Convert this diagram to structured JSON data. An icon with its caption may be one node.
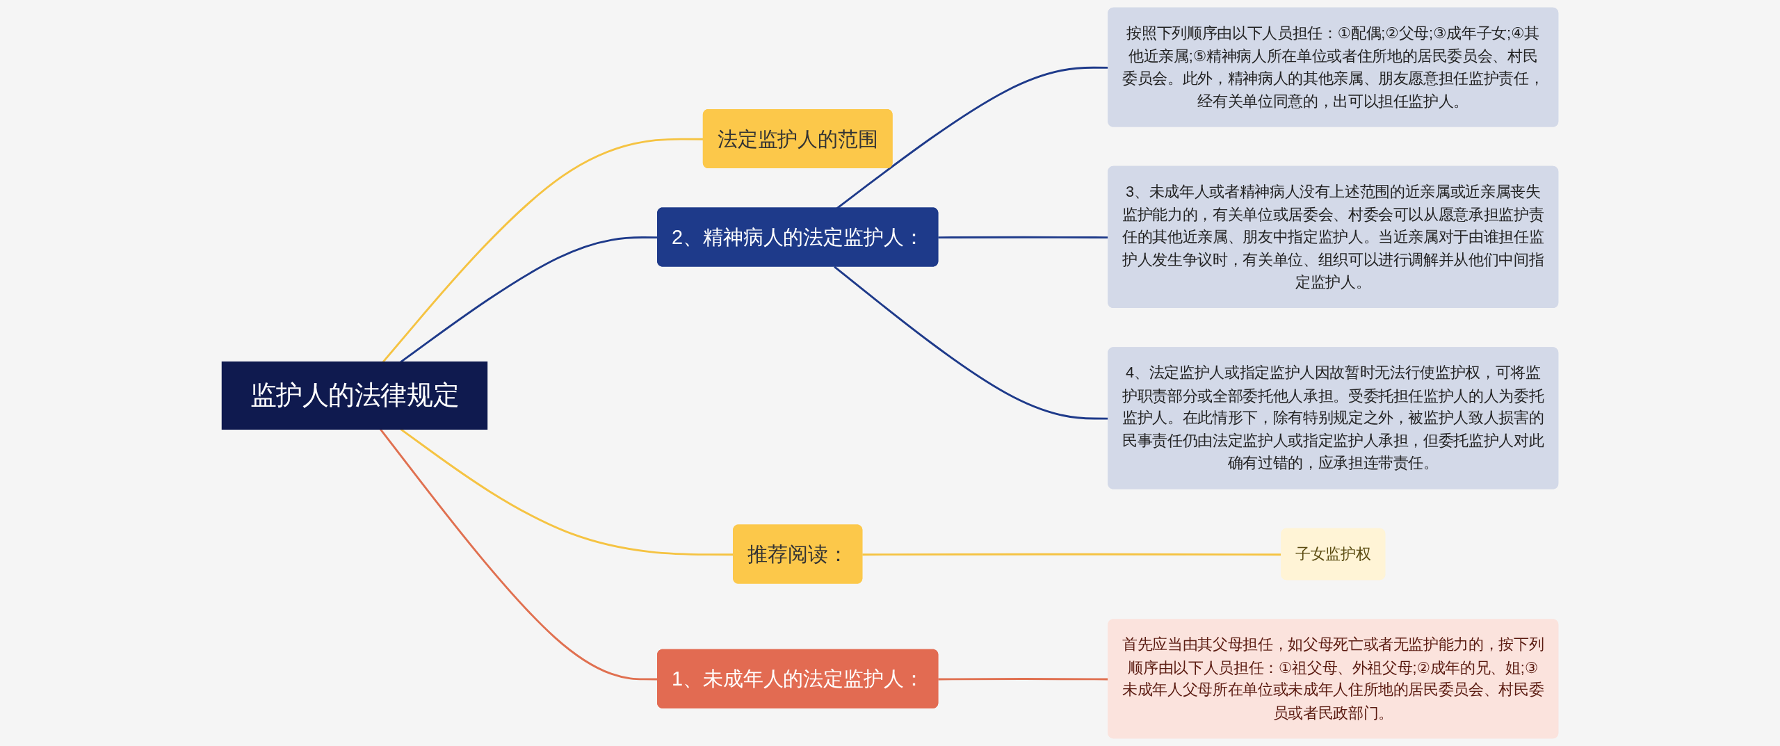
{
  "diagram": {
    "nodes": [
      {
        "text": [
          "监护人的法律规定"
        ]
      },
      {
        "text": [
          "法定监护人的范围"
        ]
      },
      {
        "text": [
          "2、精神病人的法定监护人："
        ]
      },
      {
        "text": [
          "按照下列顺序由以下人员担任：①配偶;②父母;③成年子女;④其他近亲属;⑤精神病人所在单位或者住所地的居民委员会、村民委员会。此外，精神病人的其他亲属、朋友愿意担任监护责任，经有关单位同意的，出可以担任监护人。"
        ]
      },
      {
        "text": [
          "3、未成年人或者精神病人没有上述范围的近亲属或近亲属丧失监护能力的，有关单位或居委会、村委会可以从愿意承担监护责任的其他近亲属、朋友中指定监护人。当近亲属对于由谁担任监护人发生争议时，有关单位、组织可以进行调解并从他们中间指定监护人。"
        ]
      },
      {
        "text": [
          "4、法定监护人或指定监护人因故暂时无法行使监护权，可将监护职责部分或全部委托他人承担。受委托担任监护人的人为委托监护人。在此情形下，除有特别规定之外，被监护人致人损害的民事责任仍由法定监护人或指定监护人承担，但委托监护人对此确有过错的，应承担连带责任。"
        ]
      },
      {
        "text": [
          "推荐阅读："
        ]
      },
      {
        "text": [
          "子女监护权"
        ]
      },
      {
        "text": [
          "1、未成年人的法定监护人："
        ]
      },
      {
        "text": [
          "首先应当由其父母担任，如父母死亡或者无监护能力的，按下列顺序由以下人员担任：①祖父母、外祖父母;②成年的兄、姐;③未成年人父母所在单位或未成年人住所地的居民委员会、村民委员或者民政部门。"
        ]
      }
    ],
    "edges": [
      {
        "from": 0,
        "to": 1,
        "arrow": "none",
        "color": "#f5c342"
      },
      {
        "from": 0,
        "to": 2,
        "arrow": "none"
      },
      {
        "from": 2,
        "to": 3,
        "arrow": "none"
      },
      {
        "from": 2,
        "to": 4,
        "arrow": "none"
      },
      {
        "from": 2,
        "to": 5,
        "arrow": "none"
      },
      {
        "from": 0,
        "to": 6,
        "arrow": "none",
        "color": "#f5c342"
      },
      {
        "from": 6,
        "to": 7,
        "arrow": "none",
        "color": "#f5c342"
      },
      {
        "from": 0,
        "to": 8,
        "arrow": "none",
        "color": "#e07050"
      },
      {
        "from": 8,
        "to": 9,
        "arrow": "none",
        "color": "#e07050"
      }
    ]
  }
}
